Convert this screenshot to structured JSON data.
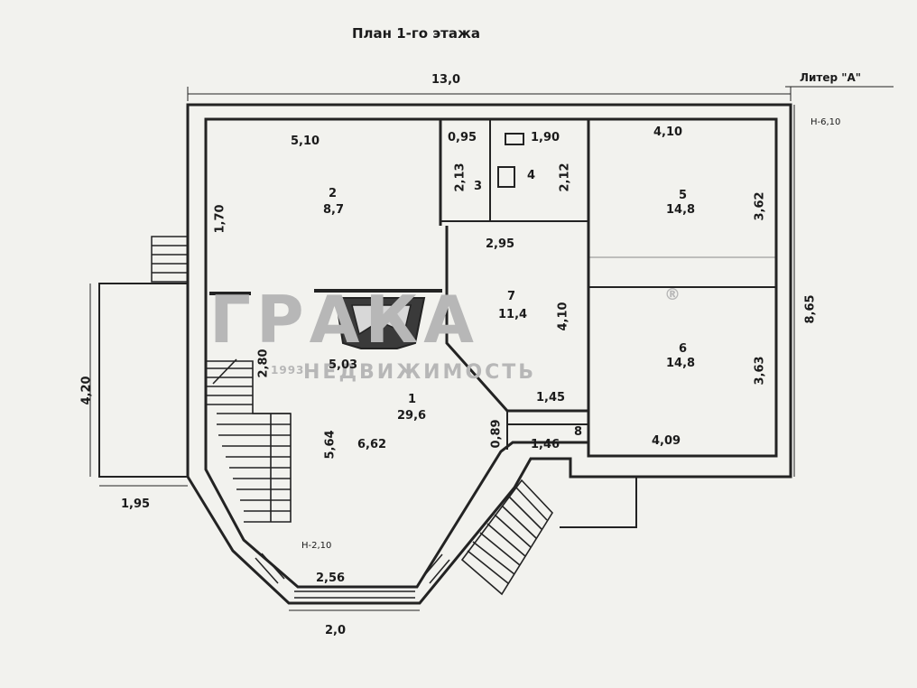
{
  "title": "План 1-го этажа",
  "litera": "Литер \"А\"",
  "height_note": "Н-6,10",
  "ceiling_note": "Н-2,10",
  "dims": {
    "top_total": "13,0",
    "room2_top": "5,10",
    "bath_top": "0,95",
    "wc_top": "1,90",
    "room5_top": "4,10",
    "room2_side": "1,70",
    "bath_side": "2,13",
    "wc_side": "2,12",
    "room5_side": "3,62",
    "right_total": "8,65",
    "hall_width": "2,95",
    "hall_side": "4,10",
    "room1_width": "5,03",
    "room1_depth": "5,64",
    "room1_mid": "6,62",
    "stairs_side": "2,80",
    "room6_side": "3,63",
    "room6_bottom": "4,09",
    "room8_top": "1,45",
    "room8_side": "0,89",
    "room8_width": "1,46",
    "bay_inner": "2,56",
    "bay_outer": "2,0",
    "porch_side": "4,20",
    "porch_width": "1,95"
  },
  "rooms": {
    "r1": {
      "num": "1",
      "area": "29,6"
    },
    "r2": {
      "num": "2",
      "area": "8,7"
    },
    "r3": {
      "num": "3"
    },
    "r4": {
      "num": "4"
    },
    "r5": {
      "num": "5",
      "area": "14,8"
    },
    "r6": {
      "num": "6",
      "area": "14,8"
    },
    "r7": {
      "num": "7",
      "area": "11,4"
    },
    "r8": {
      "num": "8"
    }
  },
  "watermark": {
    "logo": "ГРАКА",
    "sub": "НЕДВИЖИМОСТЬ",
    "year": "1993",
    "reg": "®"
  },
  "colors": {
    "paper": "#f2f2ee",
    "ink": "#1e1e1e",
    "watermark": "#b7b7b7"
  }
}
